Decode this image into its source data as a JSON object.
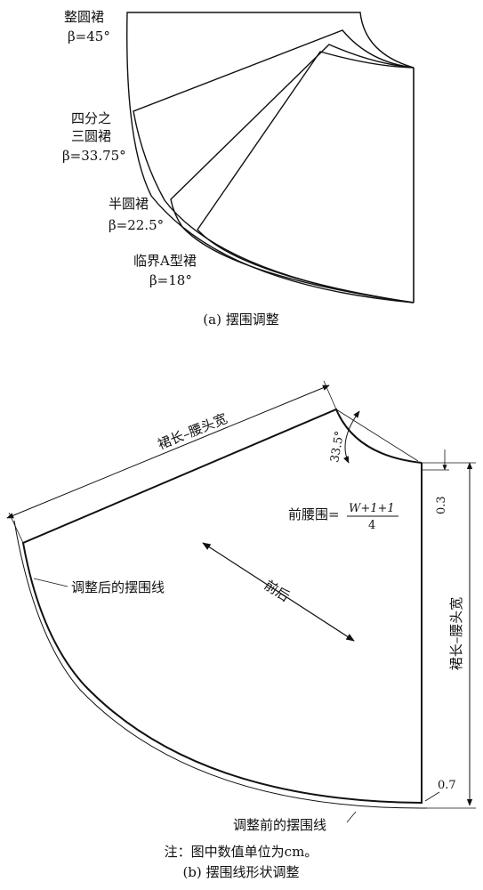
{
  "diagram_a": {
    "labels": [
      {
        "name": "整圆裙",
        "angle": "β=45°"
      },
      {
        "name": "四分之\n三圆裙",
        "angle": "β=33.75°"
      },
      {
        "name": "半圆裙",
        "angle": "β=22.5°"
      },
      {
        "name": "临界A型裙",
        "angle": "β=18°"
      }
    ],
    "caption": "(a) 摆围调整"
  },
  "diagram_b": {
    "top_dimension": "裙长–腰头宽",
    "right_dimension": "裙长–腰头宽",
    "angle": "33.5°",
    "waist_label": "前腰围=",
    "waist_numerator": "W+1+1",
    "waist_denominator": "4",
    "offset_top": "0.3",
    "offset_bottom": "0.7",
    "direction": "前后",
    "after_line": "调整后的摆围线",
    "before_line": "调整前的摆围线",
    "note": "注：图中数值单位为cm。",
    "caption": "(b) 摆围线形状调整"
  }
}
